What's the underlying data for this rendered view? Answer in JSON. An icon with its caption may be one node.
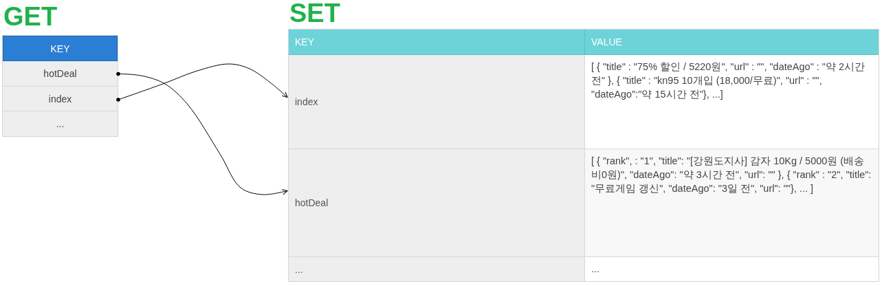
{
  "diagram": {
    "nodes": [
      {
        "text": [
          "GET"
        ]
      },
      {
        "text": [
          "KEY"
        ],
        "in": 0
      },
      {
        "text": [
          "hotDeal"
        ],
        "in": 0
      },
      {
        "text": [
          "index"
        ],
        "in": 0
      },
      {
        "text": [
          "..."
        ],
        "in": 0
      },
      {
        "text": [
          "SET"
        ]
      },
      {
        "text": [
          "KEY"
        ],
        "in": 5
      },
      {
        "text": [
          "VALUE"
        ],
        "in": 5
      },
      {
        "text": [
          "index"
        ],
        "in": 5
      },
      {
        "text": [
          "[ { \"title\" : \"75% 할인 / 5220원\", \"url\" : \"\", \"dateAgo\" : \"약 2시간 전\" }, { \"title\" : \"kn95 10개입 (18,000/무료)\", \"url\" : \"\", \"dateAgo\":\"약 15시간 전\"}, ...]"
        ],
        "in": 5
      },
      {
        "text": [
          "hotDeal"
        ],
        "in": 5
      },
      {
        "text": [
          "[ { \"rank\", : \"1\", \"title\": \"[강원도지사] 감자 10Kg / 5000원 (배송비0원)\", \"dateAgo\": \"약 3시간 전\", \"url\": \"\" }, { \"rank\" : \"2\", \"title\": \"무료게임 갱신\", \"dateAgo\": \"3일 전\", \"url\": \"\"}, ... ]"
        ],
        "in": 5
      },
      {
        "text": [
          "..."
        ],
        "in": 5
      },
      {
        "text": [
          "..."
        ],
        "in": 5
      }
    ],
    "edges": [
      {
        "from": 2,
        "to": 10,
        "arrow": "to"
      },
      {
        "from": 3,
        "to": 8,
        "arrow": "to"
      }
    ]
  }
}
